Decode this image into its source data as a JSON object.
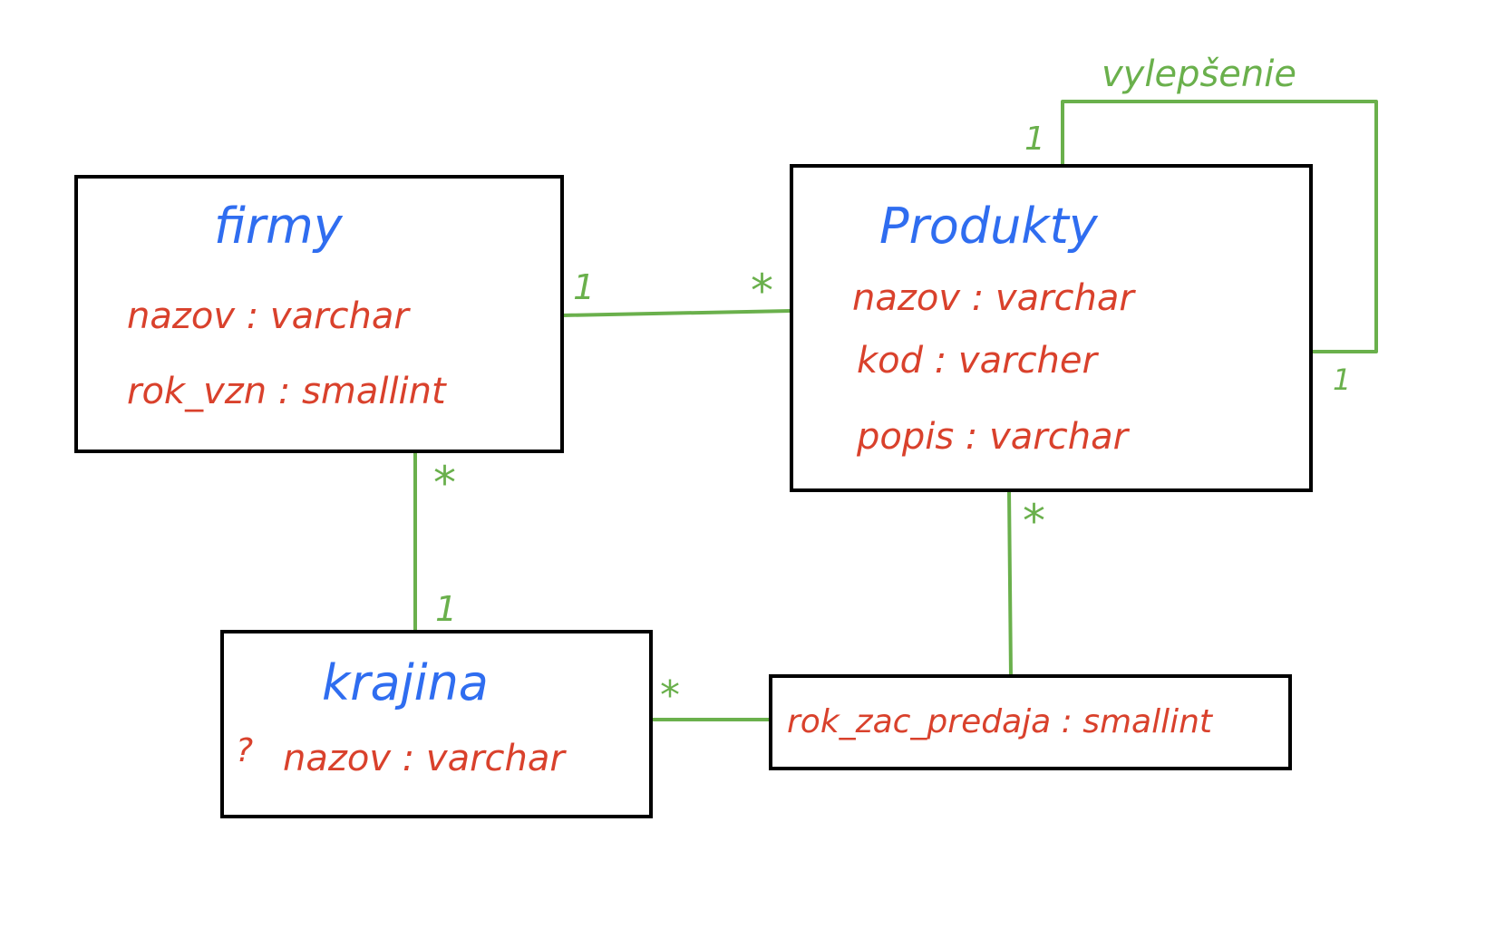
{
  "entities": {
    "firmy": {
      "name": "firmy",
      "attributes": [
        "nazov : varchar",
        "rok_vzn : smallint"
      ]
    },
    "produkty": {
      "name": "Produkty",
      "attributes": [
        "nazov : varchar",
        "kod : varcher",
        "popis : varchar"
      ]
    },
    "krajina": {
      "name": "krajina",
      "attributes": [
        "nazov : varchar"
      ],
      "mark": "?"
    },
    "association": {
      "attributes": [
        "rok_zac_predaja : smallint"
      ]
    }
  },
  "relationships": {
    "firmy_produkty": {
      "from_mult": "1",
      "to_mult": "*"
    },
    "firmy_krajina": {
      "from_mult": "*",
      "to_mult": "1"
    },
    "produkty_self": {
      "name": "vylepšenie",
      "top_mult": "1",
      "right_mult": "1"
    },
    "produkty_association": {
      "mult": "*"
    },
    "association_krajina": {
      "mult": "*"
    }
  },
  "colors": {
    "entity_name": "#2f6df0",
    "attribute": "#d9412c",
    "connector": "#6ab04c",
    "border": "#000000"
  }
}
